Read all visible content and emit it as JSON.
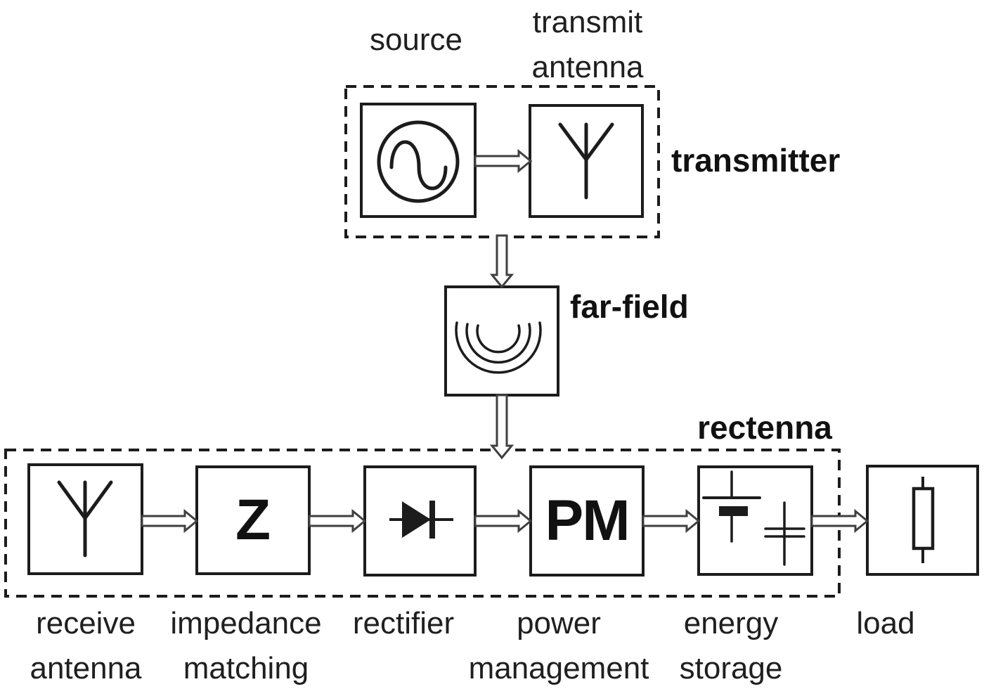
{
  "colors": {
    "ink": "#1c1c1c",
    "arrow_stroke": "#3f3f3f",
    "background": "#ffffff"
  },
  "transmitter": {
    "group_label": "transmitter",
    "source_caption": "source",
    "tx_antenna_caption": [
      "transmit",
      "antenna"
    ]
  },
  "farfield": {
    "label": "far-field"
  },
  "rectenna": {
    "group_label": "rectenna"
  },
  "blocks": {
    "impedance_symbol": "Z",
    "power_management_symbol": "PM"
  },
  "captions": {
    "receive_antenna": [
      "receive",
      "antenna"
    ],
    "impedance_matching": [
      "impedance",
      "matching"
    ],
    "rectifier": "rectifier",
    "power_management": [
      "power",
      "management"
    ],
    "energy_storage": [
      "energy",
      "storage"
    ],
    "load": "load"
  },
  "icons": {
    "ac-source-icon": "circle-with-sine-wave",
    "antenna-icon": "y-shaped-antenna",
    "radiation-icon": "three-concentric-arcs",
    "diode-icon": "diode-with-bar",
    "battery-icon": "battery-cell-plates",
    "capacitor-icon": "parallel-plate-capacitor",
    "resistor-icon": "rectangle-resistor",
    "arrow-icon": "hollow-block-arrow"
  }
}
